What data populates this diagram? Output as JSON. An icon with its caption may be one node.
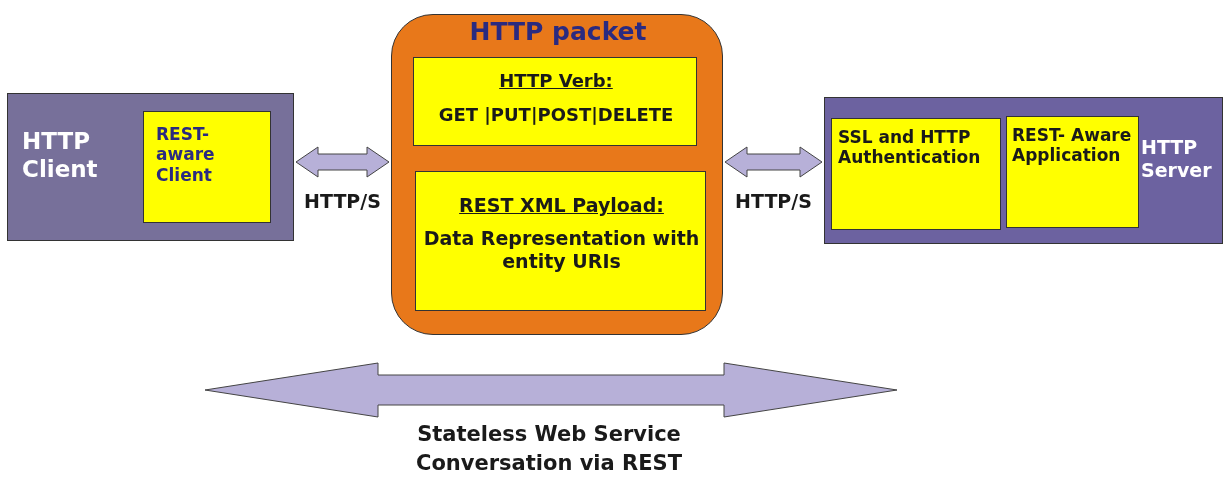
{
  "diagram": {
    "nodes": [
      {
        "text": [
          "HTTP Client"
        ]
      },
      {
        "text": [
          "REST- aware Client"
        ],
        "in": 0
      },
      {
        "text": [
          "HTTP packet"
        ]
      },
      {
        "text": [
          "HTTP Verb:",
          "GET |PUT|POST|DELETE"
        ],
        "in": 2
      },
      {
        "text": [
          "REST XML Payload:",
          "Data Representation with entity URIs"
        ],
        "in": 2
      },
      {
        "text": [
          "HTTP Server"
        ]
      },
      {
        "text": [
          "SSL and HTTP Authentication"
        ],
        "in": 5
      },
      {
        "text": [
          "REST- Aware Application"
        ],
        "in": 5
      }
    ],
    "edges": [
      {
        "from": 0,
        "to": 2,
        "arrow": "both",
        "label": "HTTP/S"
      },
      {
        "from": 2,
        "to": 5,
        "arrow": "both",
        "label": "HTTP/S"
      }
    ],
    "labels": [
      "Stateless Web Service Conversation via REST"
    ]
  }
}
